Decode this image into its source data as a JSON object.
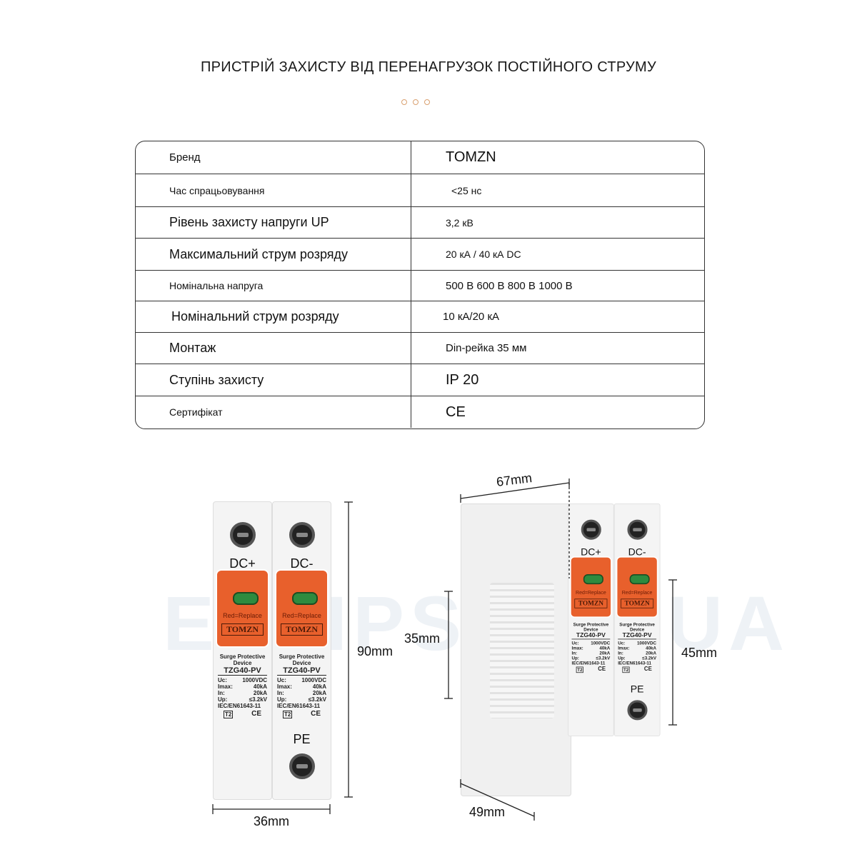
{
  "title": "ПРИСТРІЙ ЗАХИСТУ ВІД ПЕРЕНАГРУЗОК ПОСТІЙНОГО СТРУМУ",
  "watermark": "ELLIPSE.IN.UA",
  "specs": [
    {
      "key": "Бренд",
      "value": "TOMZN"
    },
    {
      "key": "Час спрацьовування",
      "value": "<25 нс"
    },
    {
      "key": "Рівень захисту напруги UP",
      "value": "3,2 кВ"
    },
    {
      "key": "Максимальний струм розряду",
      "value": "20 кА / 40 кА DC"
    },
    {
      "key": "Номінальна напруга",
      "value": "500 В 600 В 800 В 1000 В"
    },
    {
      "key": "Номінальний струм розряду",
      "value": "10 кА/20 кА"
    },
    {
      "key": "Монтаж",
      "value": "Din-рейка 35 мм"
    },
    {
      "key": "Ступінь захисту",
      "value": "IP 20"
    },
    {
      "key": "Сертифікат",
      "value": "CE"
    }
  ],
  "device": {
    "terminals": [
      "DC+",
      "DC-"
    ],
    "pe": "PE",
    "indicator": "Red=Replace",
    "brand": "TOMZN",
    "name1": "Surge Protective",
    "name2": "Device",
    "model": "TZG40-PV",
    "params": [
      [
        "Uc:",
        "1000VDC"
      ],
      [
        "Imax:",
        "40kA"
      ],
      [
        "In:",
        "20kA"
      ],
      [
        "Up:",
        "≤3.2kV"
      ]
    ],
    "standard": "IEC/EN61643-11",
    "class": "T2",
    "cert": "CE"
  },
  "dimensions": {
    "height": "90mm",
    "width": "36mm",
    "depth": "67mm",
    "rail": "35mm",
    "front": "45mm",
    "side": "49mm"
  }
}
